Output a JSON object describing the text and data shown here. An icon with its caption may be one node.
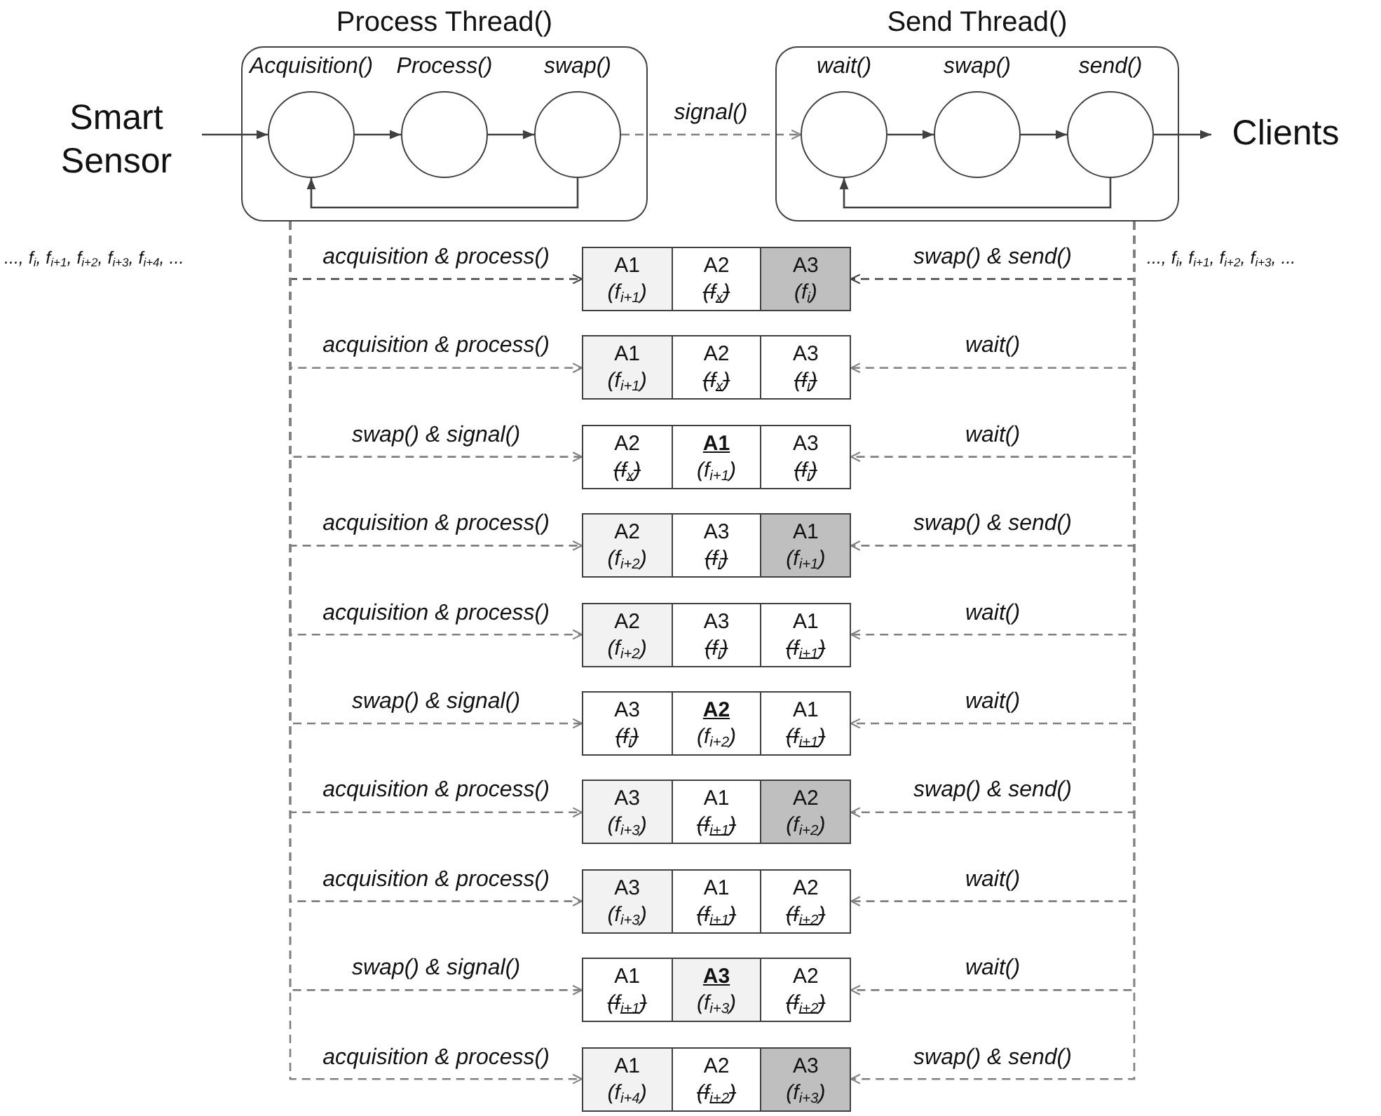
{
  "diagram": {
    "nodes": [
      {
        "text": [
          "Smart Sensor"
        ]
      },
      {
        "text": [
          "Process Thread()"
        ]
      },
      {
        "text": [],
        "shape": "circle",
        "in": 1,
        "beside": [
          "Acquisition()"
        ]
      },
      {
        "text": [],
        "shape": "circle",
        "in": 1,
        "beside": [
          "Process()"
        ]
      },
      {
        "text": [],
        "shape": "circle",
        "in": 1,
        "beside": [
          "swap()"
        ]
      },
      {
        "text": [
          "Send Thread()"
        ]
      },
      {
        "text": [],
        "shape": "circle",
        "in": 5,
        "beside": [
          "wait()"
        ]
      },
      {
        "text": [],
        "shape": "circle",
        "in": 5,
        "beside": [
          "swap()"
        ]
      },
      {
        "text": [],
        "shape": "circle",
        "in": 5,
        "beside": [
          "send()"
        ]
      },
      {
        "text": [
          "Clients"
        ]
      },
      {
        "text": [],
        "shape": "box"
      },
      {
        "text": [
          "A1",
          "(f$_{i+1}$)"
        ],
        "in": 10
      },
      {
        "text": [
          "A2",
          "(f$_{x}$)"
        ],
        "in": 10
      },
      {
        "text": [
          "A3",
          "(f$_{i}$)"
        ],
        "in": 10
      },
      {
        "text": [],
        "shape": "box"
      },
      {
        "text": [
          "A1",
          "(f$_{i+1}$)"
        ],
        "in": 14
      },
      {
        "text": [
          "A2",
          "(f$_{x}$)"
        ],
        "in": 14
      },
      {
        "text": [
          "A3",
          "(f$_{i}$)"
        ],
        "in": 14
      },
      {
        "text": [],
        "shape": "box"
      },
      {
        "text": [
          "A2",
          "(f$_{x}$)"
        ],
        "in": 18
      },
      {
        "text": [
          "A1",
          "(f$_{i+1}$)"
        ],
        "in": 18
      },
      {
        "text": [
          "A3",
          "(f$_{i}$)"
        ],
        "in": 18
      },
      {
        "text": [],
        "shape": "box"
      },
      {
        "text": [
          "A2",
          "(f$_{i+2}$)"
        ],
        "in": 22
      },
      {
        "text": [
          "A3",
          "(f$_{i}$)"
        ],
        "in": 22
      },
      {
        "text": [
          "A1",
          "(f$_{i+1}$)"
        ],
        "in": 22
      },
      {
        "text": [],
        "shape": "box"
      },
      {
        "text": [
          "A2",
          "(f$_{i+2}$)"
        ],
        "in": 26
      },
      {
        "text": [
          "A3",
          "(f$_{i}$)"
        ],
        "in": 26
      },
      {
        "text": [
          "A1",
          "(f$_{i+1}$)"
        ],
        "in": 26
      },
      {
        "text": [],
        "shape": "box"
      },
      {
        "text": [
          "A3",
          "(f$_{i}$)"
        ],
        "in": 30
      },
      {
        "text": [
          "A2",
          "(f$_{i+2}$)"
        ],
        "in": 30
      },
      {
        "text": [
          "A1",
          "(f$_{i+1}$)"
        ],
        "in": 30
      },
      {
        "text": [],
        "shape": "box"
      },
      {
        "text": [
          "A3",
          "(f$_{i+3}$)"
        ],
        "in": 34
      },
      {
        "text": [
          "A1",
          "(f$_{i+1}$)"
        ],
        "in": 34
      },
      {
        "text": [
          "A2",
          "(f$_{i+2}$)"
        ],
        "in": 34
      },
      {
        "text": [],
        "shape": "box"
      },
      {
        "text": [
          "A3",
          "(f$_{i+3}$)"
        ],
        "in": 38
      },
      {
        "text": [
          "A1",
          "(f$_{i+1}$)"
        ],
        "in": 38
      },
      {
        "text": [
          "A2",
          "(f$_{i+2}$)"
        ],
        "in": 38
      },
      {
        "text": [],
        "shape": "box"
      },
      {
        "text": [
          "A1",
          "(f$_{i+1}$)"
        ],
        "in": 42
      },
      {
        "text": [
          "A3",
          "(f$_{i+3}$)"
        ],
        "in": 42
      },
      {
        "text": [
          "A2",
          "(f$_{i+2}$)"
        ],
        "in": 42
      },
      {
        "text": [],
        "shape": "box"
      },
      {
        "text": [
          "A1",
          "(f$_{i+4}$)"
        ],
        "in": 46
      },
      {
        "text": [
          "A2",
          "(f$_{i+2}$)"
        ],
        "in": 46
      },
      {
        "text": [
          "A3",
          "(f$_{i+3}$)"
        ],
        "in": 46
      }
    ],
    "edges": [
      {
        "from": 0,
        "to": 2,
        "arrow": "to"
      },
      {
        "from": 2,
        "to": 3,
        "arrow": "to"
      },
      {
        "from": 3,
        "to": 4,
        "arrow": "to"
      },
      {
        "from": 4,
        "to": 2,
        "arrow": "to"
      },
      {
        "from": 4,
        "to": 6,
        "arrow": "to",
        "label": "signal()",
        "style": "dashed",
        "color": "#808080"
      },
      {
        "from": 6,
        "to": 7,
        "arrow": "to"
      },
      {
        "from": 7,
        "to": 8,
        "arrow": "to"
      },
      {
        "from": 8,
        "to": 6,
        "arrow": "to"
      },
      {
        "from": 8,
        "to": 9,
        "arrow": "to"
      },
      {
        "from": 1,
        "to": 10,
        "arrow": "to",
        "label": "acquisition & process()",
        "style": "dashed"
      },
      {
        "from": 5,
        "to": 10,
        "arrow": "to",
        "label": "swap() & send()",
        "style": "dashed"
      },
      {
        "from": 1,
        "to": 14,
        "arrow": "to",
        "label": "acquisition & process()",
        "style": "dashed",
        "color": "#808080"
      },
      {
        "from": 5,
        "to": 14,
        "arrow": "to",
        "label": "wait()",
        "style": "dashed",
        "color": "#808080"
      },
      {
        "from": 1,
        "to": 18,
        "arrow": "to",
        "label": "swap() & signal()",
        "style": "dashed",
        "color": "#808080"
      },
      {
        "from": 5,
        "to": 18,
        "arrow": "to",
        "label": "wait()",
        "style": "dashed",
        "color": "#808080"
      },
      {
        "from": 1,
        "to": 22,
        "arrow": "to",
        "label": "acquisition & process()",
        "style": "dashed",
        "color": "#808080"
      },
      {
        "from": 5,
        "to": 22,
        "arrow": "to",
        "label": "swap() & send()",
        "style": "dashed",
        "color": "#808080"
      },
      {
        "from": 1,
        "to": 26,
        "arrow": "to",
        "label": "acquisition & process()",
        "style": "dashed",
        "color": "#808080"
      },
      {
        "from": 5,
        "to": 26,
        "arrow": "to",
        "label": "wait()",
        "style": "dashed",
        "color": "#808080"
      },
      {
        "from": 1,
        "to": 30,
        "arrow": "to",
        "label": "swap() & signal()",
        "style": "dashed",
        "color": "#808080"
      },
      {
        "from": 5,
        "to": 30,
        "arrow": "to",
        "label": "wait()",
        "style": "dashed",
        "color": "#808080"
      },
      {
        "from": 1,
        "to": 34,
        "arrow": "to",
        "label": "acquisition & process()",
        "style": "dashed",
        "color": "#808080"
      },
      {
        "from": 5,
        "to": 34,
        "arrow": "to",
        "label": "swap() & send()",
        "style": "dashed",
        "color": "#808080"
      },
      {
        "from": 1,
        "to": 38,
        "arrow": "to",
        "label": "acquisition & process()",
        "style": "dashed",
        "color": "#808080"
      },
      {
        "from": 5,
        "to": 38,
        "arrow": "to",
        "label": "wait()",
        "style": "dashed",
        "color": "#808080"
      },
      {
        "from": 1,
        "to": 42,
        "arrow": "to",
        "label": "swap() & signal()",
        "style": "dashed",
        "color": "#808080"
      },
      {
        "from": 5,
        "to": 42,
        "arrow": "to",
        "label": "wait()",
        "style": "dashed",
        "color": "#808080"
      },
      {
        "from": 1,
        "to": 46,
        "arrow": "to",
        "label": "acquisition & process()",
        "style": "dashed",
        "color": "#808080"
      },
      {
        "from": 5,
        "to": 46,
        "arrow": "to",
        "label": "swap() & send()",
        "style": "dashed",
        "color": "#808080"
      }
    ],
    "labels": [
      "..., f$_{i}$, f$_{i+1}$, f$_{i+2}$, f$_{i+3}$, f$_{i+4}$, ...",
      "..., f$_{i}$, f$_{i+1}$, f$_{i+2}$, f$_{i+3}$, ..."
    ]
  }
}
